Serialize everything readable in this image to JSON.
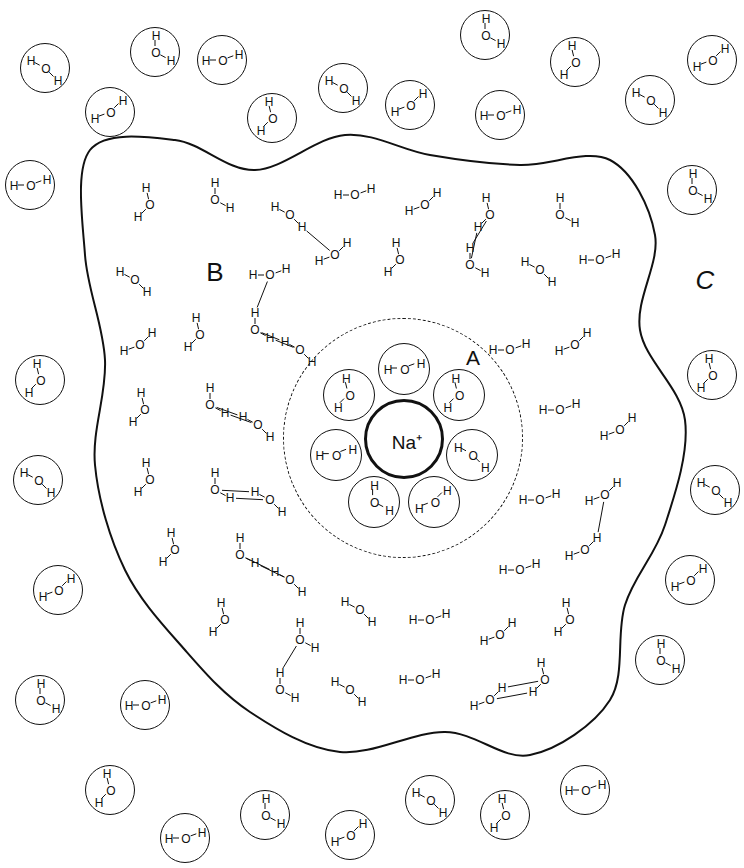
{
  "diagram": {
    "nodes": [
      {
        "text": [
          "B"
        ]
      },
      {
        "text": [
          "A"
        ],
        "in": 0
      },
      {
        "text": [
          "Na⁺"
        ],
        "in": 1
      },
      {
        "text": [
          "H",
          "O",
          "H"
        ],
        "in": 1
      },
      {
        "text": [
          "H",
          "O",
          "H"
        ],
        "in": 1
      },
      {
        "text": [
          "H",
          "O",
          "H"
        ],
        "in": 1
      },
      {
        "text": [
          "H",
          "O",
          "H"
        ],
        "in": 1
      },
      {
        "text": [
          "H",
          "O",
          "H"
        ],
        "in": 1
      },
      {
        "text": [
          "H",
          "O",
          "H"
        ],
        "in": 1
      },
      {
        "text": [
          "H",
          "O",
          "H"
        ],
        "in": 1
      },
      {
        "text": [
          "H",
          "O",
          "H"
        ]
      },
      {
        "text": [
          "H",
          "O",
          "H"
        ]
      },
      {
        "text": [
          "H",
          "O",
          "H"
        ]
      },
      {
        "text": [
          "H",
          "O",
          "H"
        ]
      },
      {
        "text": [
          "H",
          "O",
          "H"
        ]
      },
      {
        "text": [
          "H",
          "O",
          "H"
        ]
      },
      {
        "text": [
          "H",
          "O",
          "H"
        ]
      },
      {
        "text": [
          "H",
          "O",
          "H"
        ]
      },
      {
        "text": [
          "H",
          "O",
          "H"
        ]
      },
      {
        "text": [
          "H",
          "O",
          "H"
        ]
      },
      {
        "text": [
          "H",
          "O",
          "H"
        ]
      },
      {
        "text": [
          "H",
          "O",
          "H"
        ]
      },
      {
        "text": [
          "H",
          "O",
          "H"
        ]
      },
      {
        "text": [
          "H",
          "O",
          "H"
        ]
      },
      {
        "text": [
          "H",
          "O",
          "H"
        ]
      },
      {
        "text": [
          "H",
          "O",
          "H"
        ]
      },
      {
        "text": [
          "H",
          "O",
          "H"
        ]
      },
      {
        "text": [
          "H",
          "O",
          "H"
        ]
      },
      {
        "text": [
          "H",
          "O",
          "H"
        ]
      },
      {
        "text": [
          "H",
          "O",
          "H"
        ]
      },
      {
        "text": [
          "H",
          "O",
          "H"
        ]
      },
      {
        "text": [
          "H",
          "O",
          "H"
        ]
      },
      {
        "text": [
          "H",
          "O",
          "H"
        ]
      },
      {
        "text": [
          "H",
          "O",
          "H"
        ]
      },
      {
        "text": [
          "H",
          "O",
          "H"
        ]
      },
      {
        "text": [
          "H",
          "O",
          "H"
        ]
      },
      {
        "text": [
          "H",
          "O",
          "H"
        ]
      },
      {
        "text": [
          "H",
          "O",
          "H"
        ]
      },
      {
        "text": [
          "H",
          "O",
          "H"
        ]
      },
      {
        "text": [
          "H",
          "O",
          "H"
        ]
      }
    ],
    "labels": [
      "C",
      "H",
      "O",
      "H",
      "H",
      "O",
      "H",
      "H",
      "O",
      "H",
      "H",
      "O",
      "H",
      "H",
      "O",
      "H",
      "H",
      "O",
      "H",
      "H",
      "O",
      "H",
      "H",
      "O",
      "H",
      "H",
      "O",
      "H",
      "H",
      "O",
      "H",
      "H",
      "O",
      "H",
      "H",
      "O",
      "H",
      "H",
      "O",
      "H",
      "H",
      "O",
      "H",
      "H",
      "O",
      "H",
      "H",
      "O",
      "H",
      "H",
      "O",
      "H",
      "H",
      "O",
      "H",
      "H",
      "O",
      "H",
      "H",
      "O",
      "H",
      "H",
      "O",
      "H",
      "H",
      "O",
      "H",
      "H",
      "O",
      "H",
      "H",
      "O",
      "H",
      "H",
      "O",
      "H",
      "H",
      "O",
      "H",
      "H",
      "O",
      "H",
      "H",
      "O",
      "H",
      "H",
      "O",
      "H",
      "H",
      "O",
      "H",
      "H",
      "O",
      "H",
      "H",
      "O",
      "H",
      "H",
      "O",
      "H",
      "H",
      "O",
      "H",
      "H",
      "O",
      "H",
      "H",
      "O",
      "H",
      "H",
      "O",
      "H",
      "H",
      "O",
      "H",
      "H",
      "O",
      "H",
      "H",
      "O",
      "H",
      "H",
      "O",
      "H",
      "H",
      "O",
      "H",
      "H",
      "O",
      "H",
      "H",
      "O",
      "H",
      "H",
      "O",
      "H",
      "H",
      "O",
      "H"
    ]
  }
}
